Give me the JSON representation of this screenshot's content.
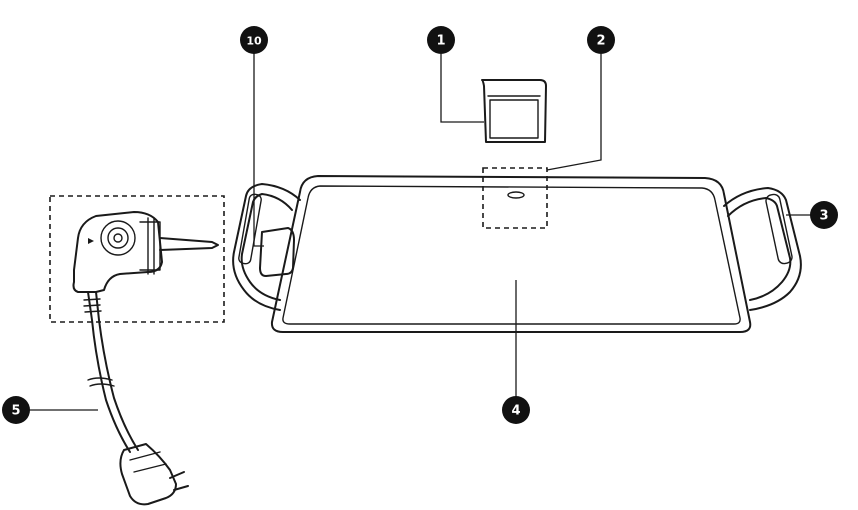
{
  "callouts": {
    "c1": "1",
    "c2": "2",
    "c3": "3",
    "c4": "4",
    "c5": "5",
    "c10": "10"
  }
}
